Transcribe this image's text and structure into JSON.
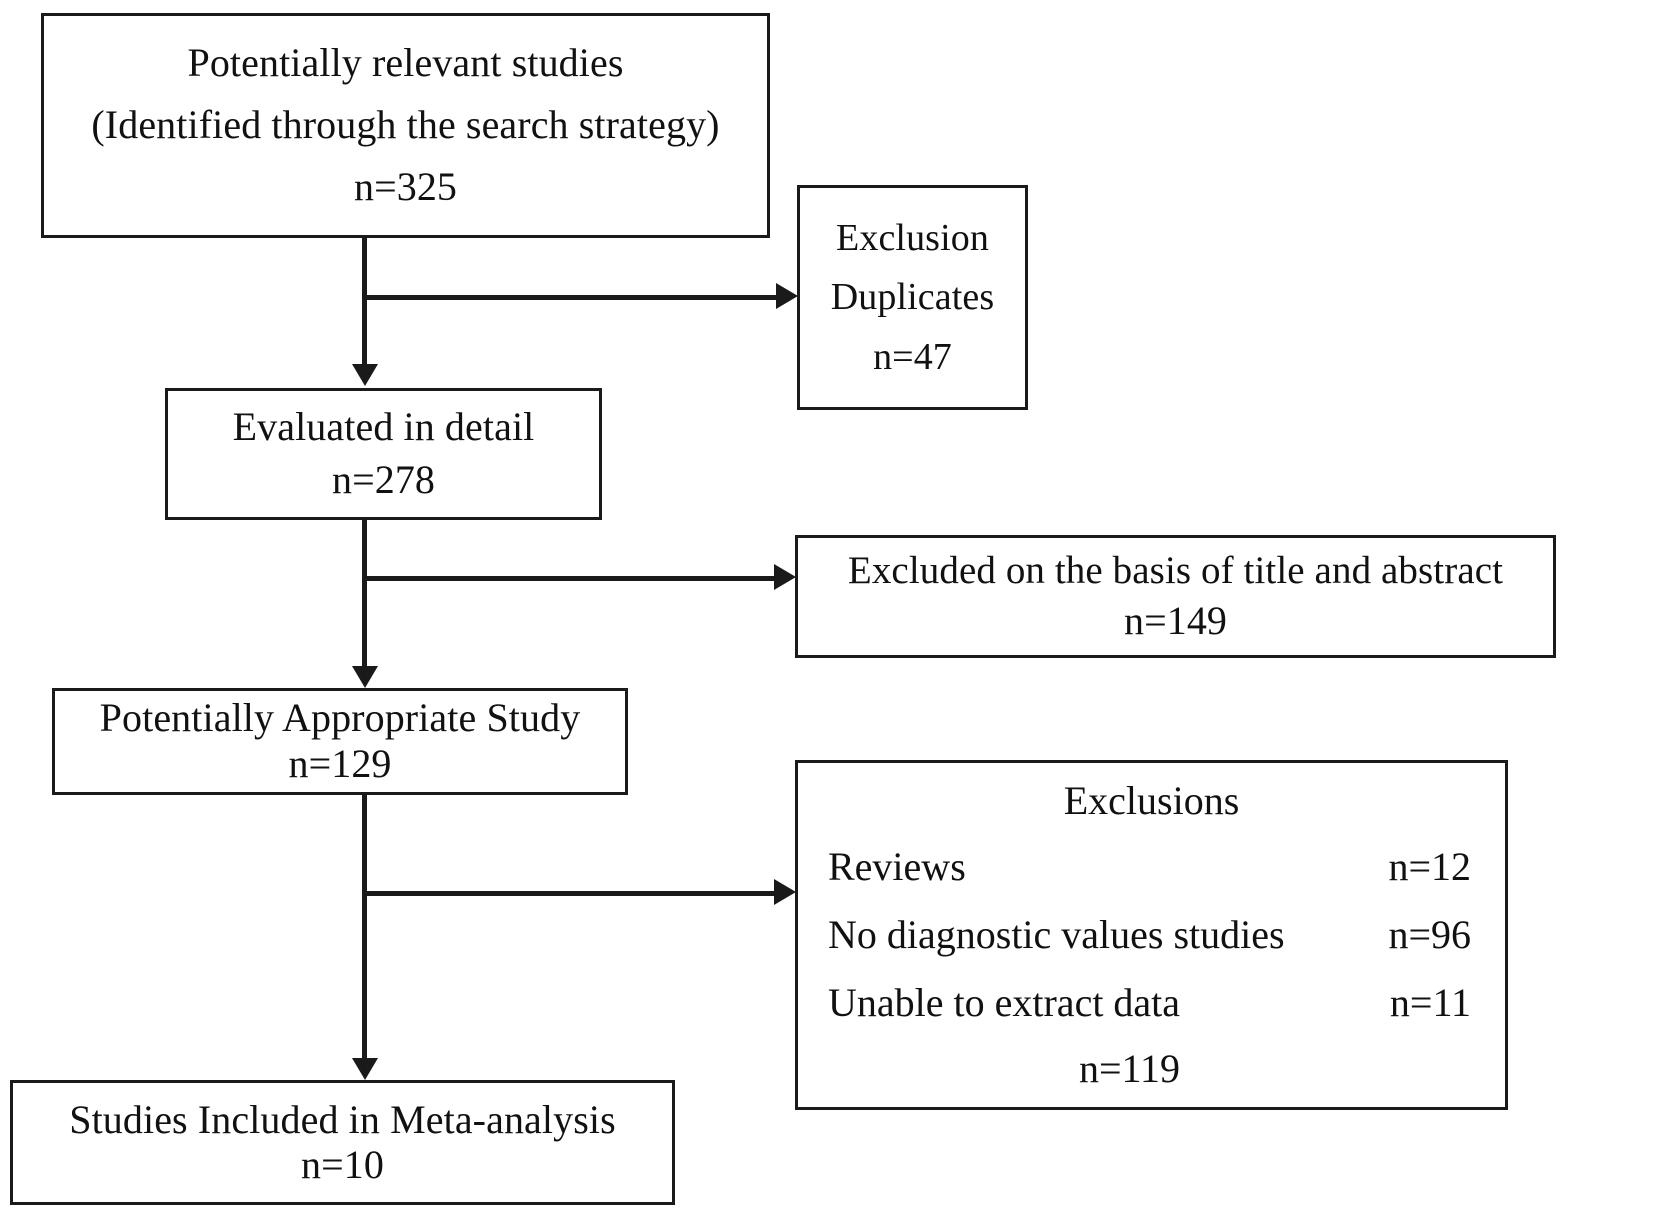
{
  "diagram": {
    "type": "study-selection-flowchart",
    "boxes": {
      "relevant_studies": {
        "line1": "Potentially relevant studies",
        "line2": "(Identified through the search strategy)",
        "count": "n=325"
      },
      "duplicates": {
        "line1": "Exclusion",
        "line2": "Duplicates",
        "count": "n=47"
      },
      "evaluated": {
        "line1": "Evaluated in detail",
        "count": "n=278"
      },
      "excluded_title_abstract": {
        "line1": "Excluded on the basis of title and abstract",
        "count": "n=149"
      },
      "appropriate_study": {
        "line1": "Potentially Appropriate Study",
        "count": "n=129"
      },
      "exclusions": {
        "title": "Exclusions",
        "rows": [
          {
            "label": "Reviews",
            "count": "n=12"
          },
          {
            "label": "No diagnostic values studies",
            "count": "n=96"
          },
          {
            "label": "Unable to extract data",
            "count": "n=11"
          }
        ],
        "total": "n=119"
      },
      "included": {
        "line1": "Studies Included in Meta-analysis",
        "count": "n=10"
      }
    },
    "colors": {
      "stroke": "#1a1a1a",
      "background": "#ffffff",
      "text": "#111111"
    }
  }
}
